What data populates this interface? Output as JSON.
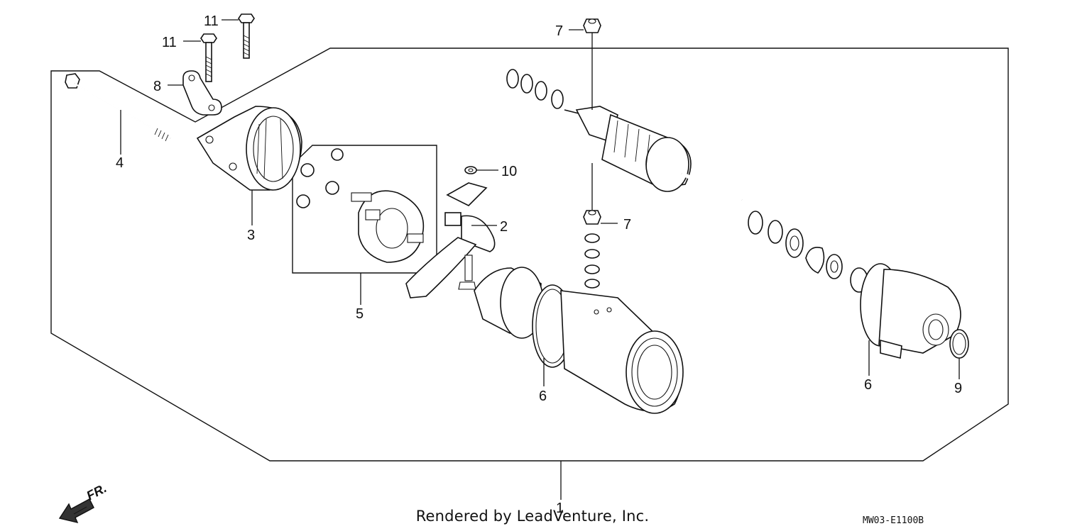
{
  "diagram": {
    "footer_credit": "Rendered by LeadVenture, Inc.",
    "diagram_code": "MW03-E1100B",
    "direction_label": "FR.",
    "direction_icon": "front-arrow-icon",
    "callouts": [
      {
        "id": "c1",
        "number": "1"
      },
      {
        "id": "c2",
        "number": "2"
      },
      {
        "id": "c3",
        "number": "3"
      },
      {
        "id": "c4",
        "number": "4"
      },
      {
        "id": "c5",
        "number": "5"
      },
      {
        "id": "c6a",
        "number": "6"
      },
      {
        "id": "c6b",
        "number": "6"
      },
      {
        "id": "c7a",
        "number": "7"
      },
      {
        "id": "c7b",
        "number": "7"
      },
      {
        "id": "c8",
        "number": "8"
      },
      {
        "id": "c9",
        "number": "9"
      },
      {
        "id": "c10",
        "number": "10"
      },
      {
        "id": "c11a",
        "number": "11"
      },
      {
        "id": "c11b",
        "number": "11"
      }
    ]
  }
}
